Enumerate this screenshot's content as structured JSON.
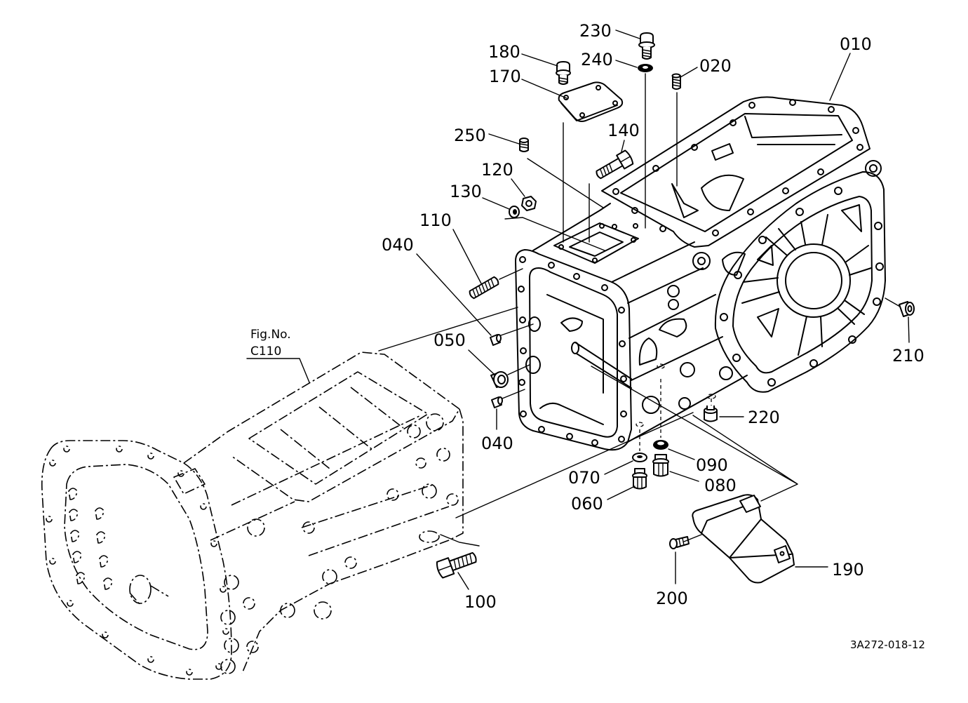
{
  "figure_reference": {
    "label": "Fig.No.",
    "number": "C110"
  },
  "callouts": [
    "230",
    "240",
    "180",
    "170",
    "020",
    "010",
    "250",
    "140",
    "120",
    "130",
    "110",
    "040",
    "050",
    "040",
    "210",
    "220",
    "090",
    "070",
    "080",
    "060",
    "190",
    "200",
    "100"
  ],
  "drawing_code": "3A272-018-12"
}
